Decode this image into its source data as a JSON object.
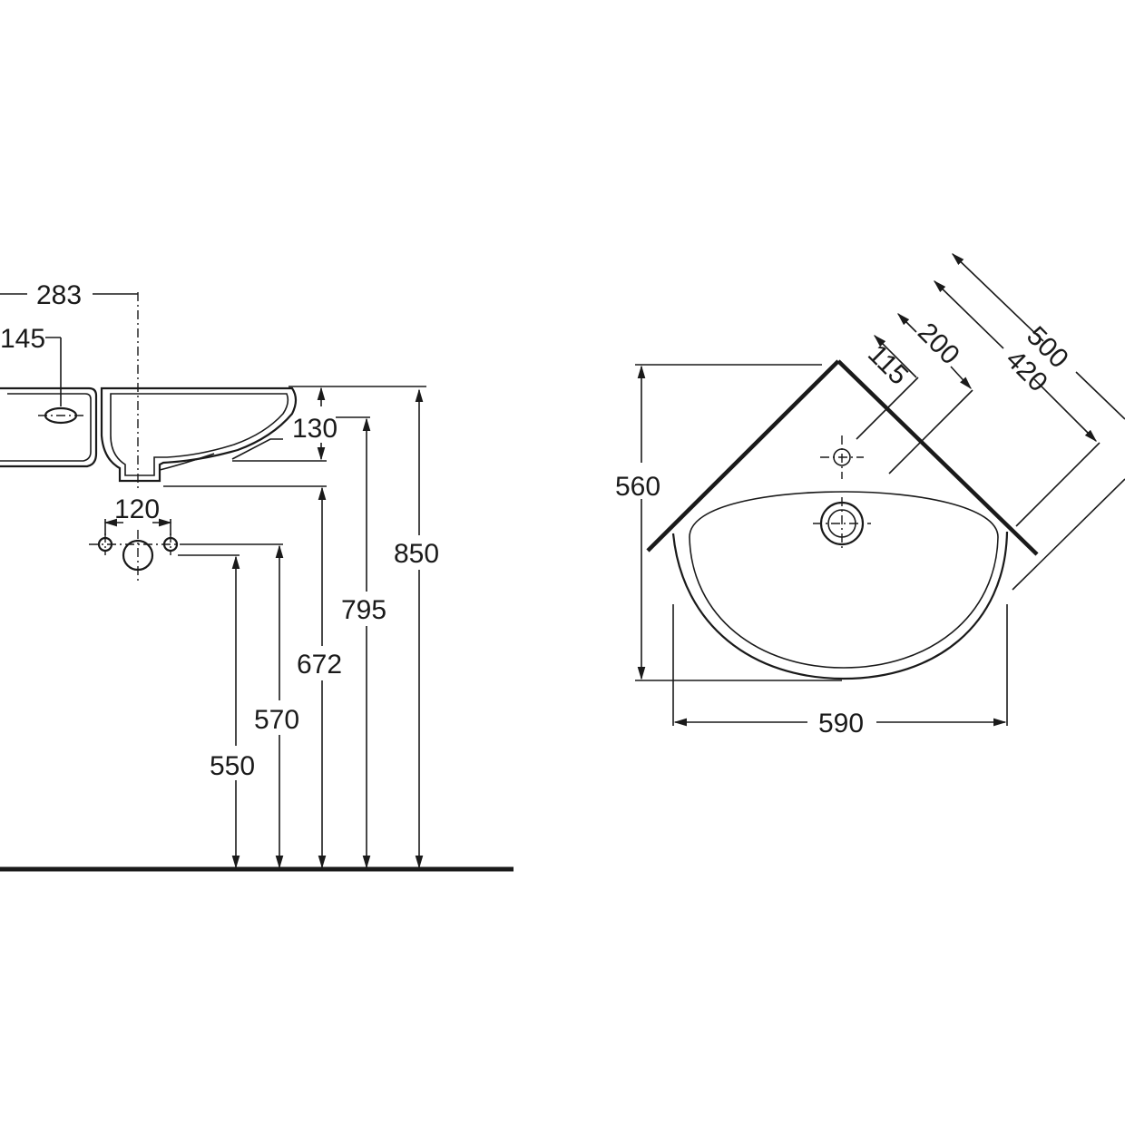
{
  "side_view": {
    "dims": {
      "d283": "283",
      "d145": "145",
      "d130": "130",
      "d120": "120",
      "d850": "850",
      "d795": "795",
      "d672": "672",
      "d570": "570",
      "d550": "550"
    }
  },
  "top_view": {
    "dims": {
      "d560": "560",
      "d590": "590",
      "d500": "500",
      "d420": "420",
      "d200": "200",
      "d115": "115"
    }
  },
  "colors": {
    "ink": "#1a1a1a",
    "background": "#ffffff"
  }
}
